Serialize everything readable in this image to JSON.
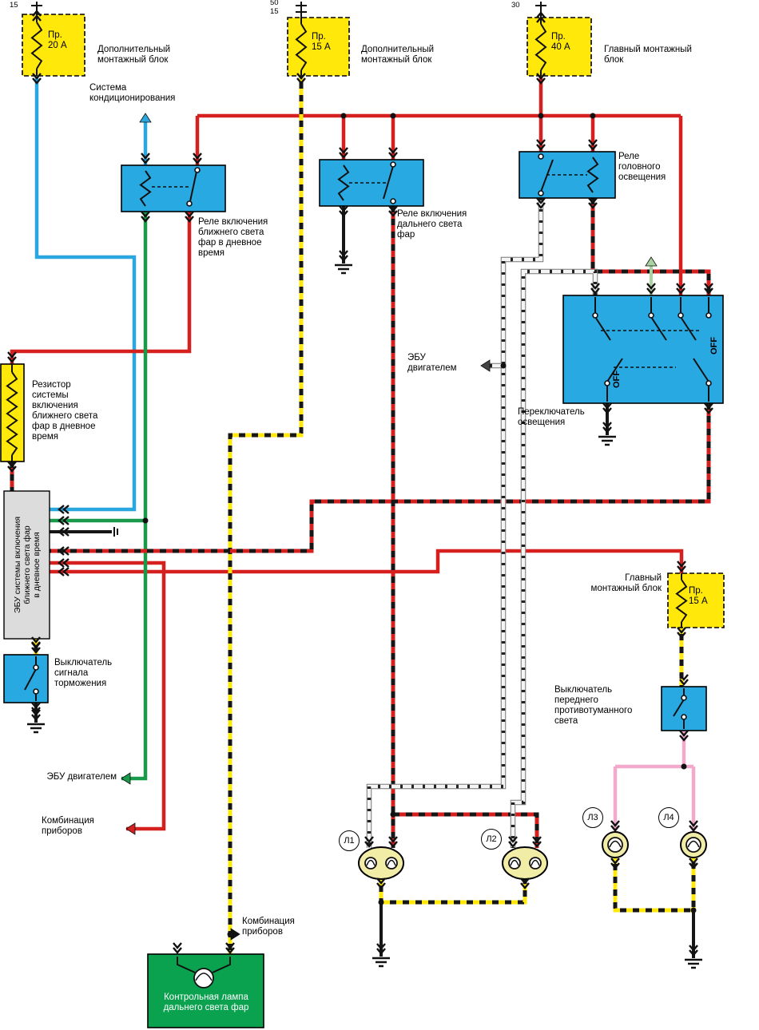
{
  "colors": {
    "wire_red": "#d6201f",
    "wire_blue": "#2ba7e0",
    "wire_green": "#189a4a",
    "wire_pink": "#f2a9cb",
    "wire_yellow": "#ffe80a",
    "wire_black": "#161616",
    "wire_white": "#f5f5f5",
    "wire_pale_green": "#abd3a2",
    "fuse_block": "#ffe80a",
    "component": "#29a9e2",
    "indicator_box": "#0aa14f",
    "lamp": "#f2eda6",
    "ecu_gray": "#dcdcdc"
  },
  "fuse1": {
    "pin": "15",
    "rating": "Пр.\n20 А",
    "block": "Дополнительный\nмонтажный блок"
  },
  "fuse2": {
    "pin_a": "50",
    "pin_b": "15",
    "rating": "Пр.\n15 А",
    "block": "Дополнительный\nмонтажный блок"
  },
  "fuse3": {
    "pin": "30",
    "rating": "Пр.\n40 А",
    "block": "Главный монтажный\nблок"
  },
  "fuse4": {
    "rating": "Пр.\n15 А",
    "block": "Главный\nмонтажный блок"
  },
  "relay1": {
    "label": "Реле включения\nближнего света\nфар в дневное\nвремя"
  },
  "relay2": {
    "label": "Реле включения\nдальнего света\nфар"
  },
  "relay3": {
    "label": "Реле\nголовного\nосвещения"
  },
  "light_switch": {
    "label": "Переключатель\nосвещения",
    "off_right": "OFF",
    "off_left": "OFF"
  },
  "resistor": {
    "label": "Резистор\nсистемы\nвключения\nближнего света\nфар в дневное\nвремя"
  },
  "ecu": {
    "label": "ЭБУ системы включения\nближнего света фар\nв дневное время"
  },
  "brake_switch": {
    "label": "Выключатель\nсигнала\nторможения"
  },
  "fog_switch": {
    "label": "Выключатель\nпереднего\nпротивотуманного\nсвета"
  },
  "indicator": {
    "label": "Контрольная лампа\nдальнего света фар"
  },
  "notes": {
    "ac": "Система\nкондиционирования",
    "ecu_engine_mid": "ЭБУ\nдвигателем",
    "ecu_engine_left": "ЭБУ двигателем",
    "combo_left": "Комбинация\nприборов",
    "combo_mid": "Комбинация\nприборов"
  },
  "lamps": {
    "l1": "Л1",
    "l2": "Л2",
    "l3": "Л3",
    "l4": "Л4"
  }
}
